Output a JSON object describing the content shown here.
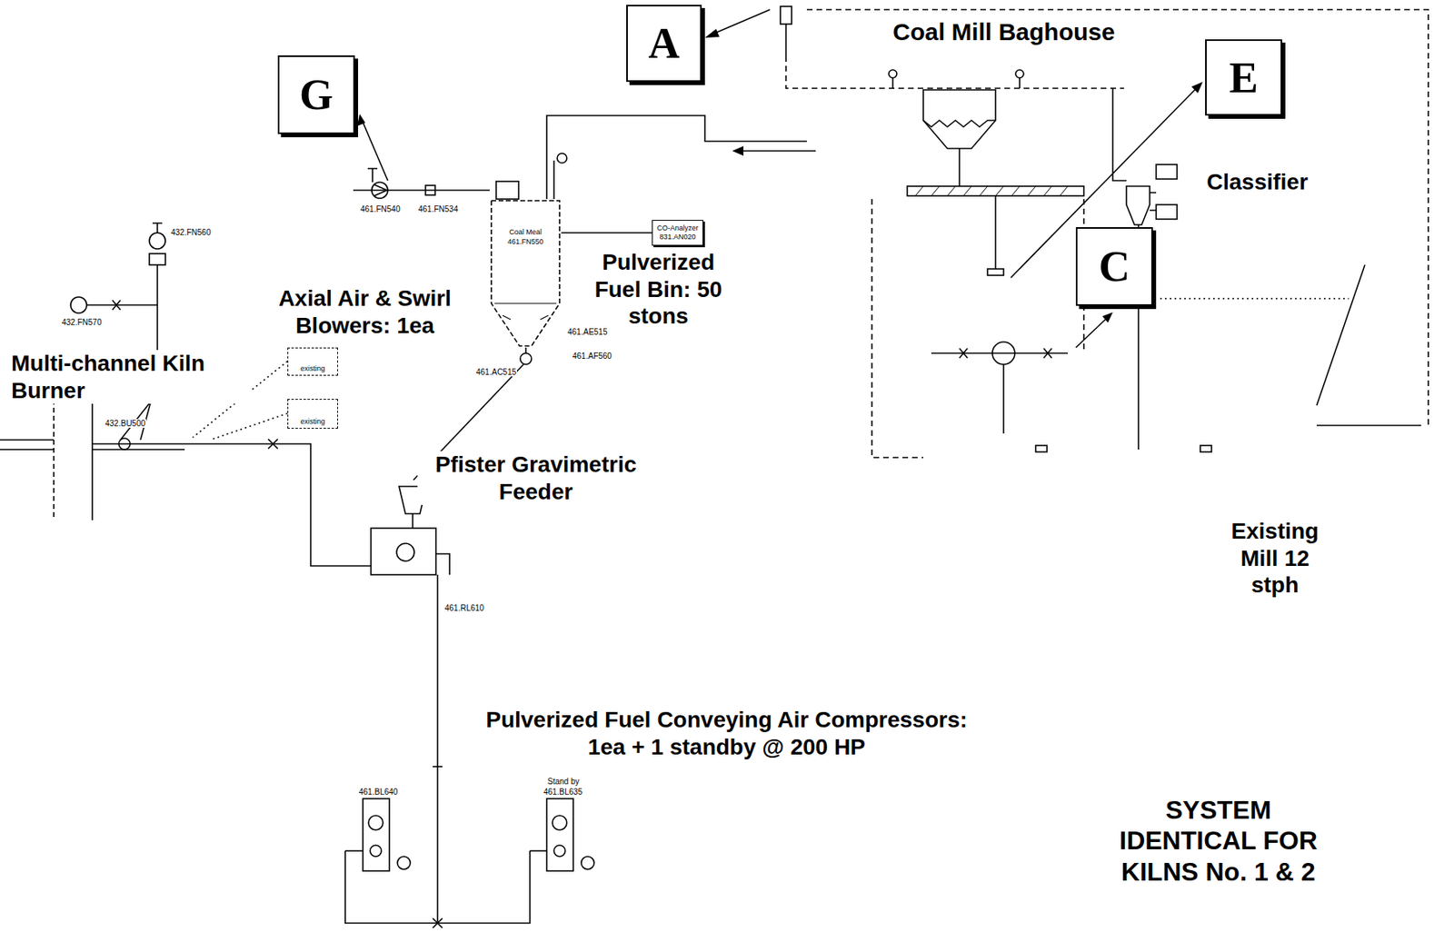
{
  "diagram": {
    "nodes": [
      {
        "text": [
          "A"
        ]
      },
      {
        "text": [
          "G"
        ]
      },
      {
        "text": [
          "E"
        ]
      },
      {
        "text": [
          "C"
        ]
      },
      {
        "text": [
          "Coal Meal",
          "461.FN550"
        ]
      },
      {
        "text": [
          "CO-Analyzer",
          "831.AN020"
        ]
      },
      {
        "text": [
          "existing"
        ]
      },
      {
        "text": [
          "existing"
        ]
      }
    ],
    "edges": [
      {
        "from": 4,
        "to": 5,
        "arrow": "none"
      }
    ],
    "labels": [
      "Coal Mill Baghouse",
      "Classifier",
      "Pulverized Fuel Bin: 50 stons",
      "Axial Air & Swirl Blowers: 1ea",
      "Multi-channel Kiln Burner",
      "Pfister Gravimetric Feeder",
      "Pulverized Fuel Conveying Air Compressors: 1ea + 1 standby @ 200 HP",
      "Existing Mill 12 stph",
      "SYSTEM IDENTICAL FOR KILNS No. 1 & 2",
      "461.FN540",
      "461.FN534",
      "461.AE515",
      "461.AF560",
      "461.AC515",
      "432.FN560",
      "432.FN570",
      "432.BU500",
      "461.RL610",
      "461.BL640",
      "Stand by",
      "461.BL635"
    ]
  }
}
